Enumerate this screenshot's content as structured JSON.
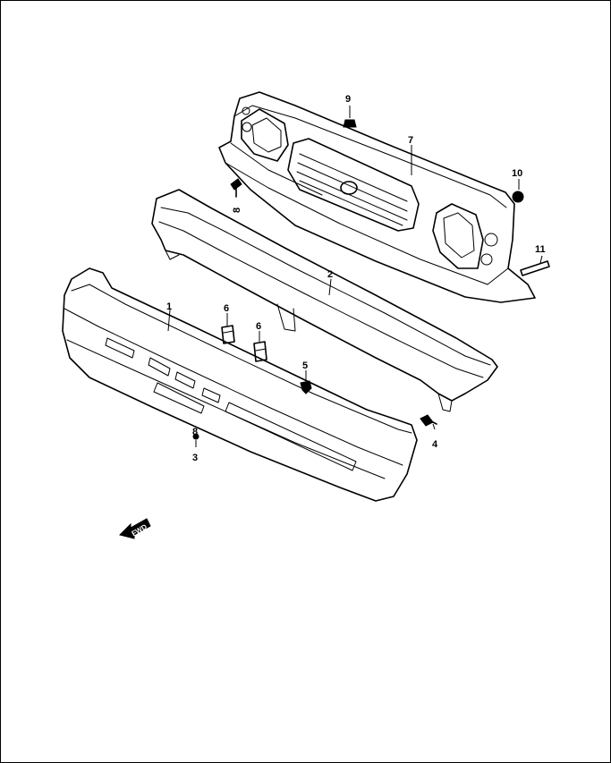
{
  "diagram": {
    "callouts": {
      "c1": "1",
      "c2": "2",
      "c3": "3",
      "c4": "4",
      "c5": "5",
      "c6a": "6",
      "c6b": "6",
      "c7": "7",
      "c8a": "8",
      "c8b": "8",
      "c9": "9",
      "c10": "10",
      "c11": "11"
    },
    "forward_arrow_label": "FWD"
  }
}
